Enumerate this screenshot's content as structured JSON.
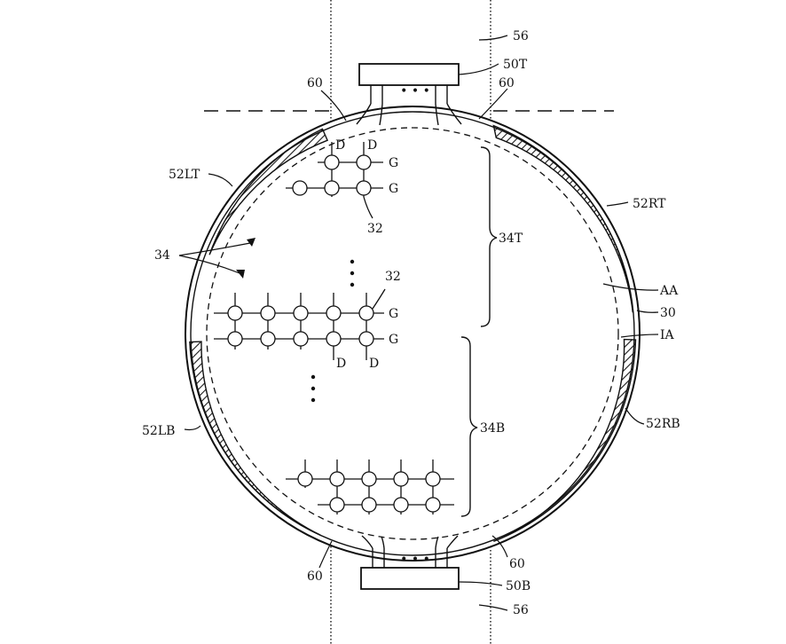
{
  "colors": {
    "ink": "#111111",
    "paper": "#ffffff",
    "hatch": "#1a1a1a"
  },
  "labels": {
    "band_top": "56",
    "band_bottom": "56",
    "connector_top": "50T",
    "connector_bottom": "50B",
    "gap_top_left": "60",
    "gap_top_right": "60",
    "gap_bottom_left": "60",
    "gap_bottom_right": "60",
    "seg_left_top": "52LT",
    "seg_right_top": "52RT",
    "seg_left_bottom": "52LB",
    "seg_right_bottom": "52RB",
    "rows_label": "34",
    "group_top": "34T",
    "group_bottom": "34B",
    "active_area": "AA",
    "display": "30",
    "inactive_area": "IA",
    "pixel_top": "32",
    "pixel_mid": "32",
    "gate": "G",
    "data": "D",
    "ellipsis": "• • •"
  },
  "icons": [
    "pixel-circle-icon",
    "hatched-segment-icon",
    "vertical-ellipsis-icon",
    "brace-icon"
  ]
}
